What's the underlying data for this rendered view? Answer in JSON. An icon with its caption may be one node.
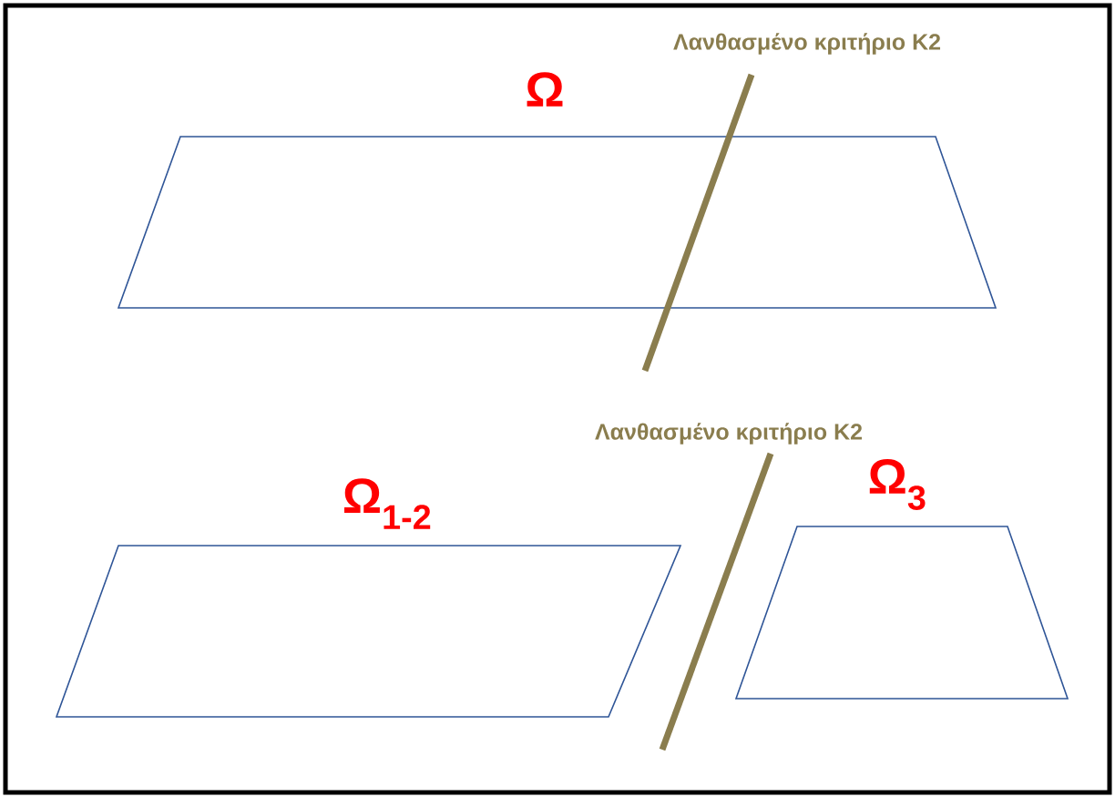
{
  "diagram": {
    "nodes": [
      {
        "text": [
          "Ω"
        ]
      },
      {
        "text": [
          "Ω$_{1-2}$"
        ]
      },
      {
        "text": [
          "Ω$_{3}$"
        ]
      }
    ],
    "labels": [
      "Λανθασμένο κριτήριο Κ2",
      "Λανθασμένο κριτήριο Κ2"
    ]
  }
}
